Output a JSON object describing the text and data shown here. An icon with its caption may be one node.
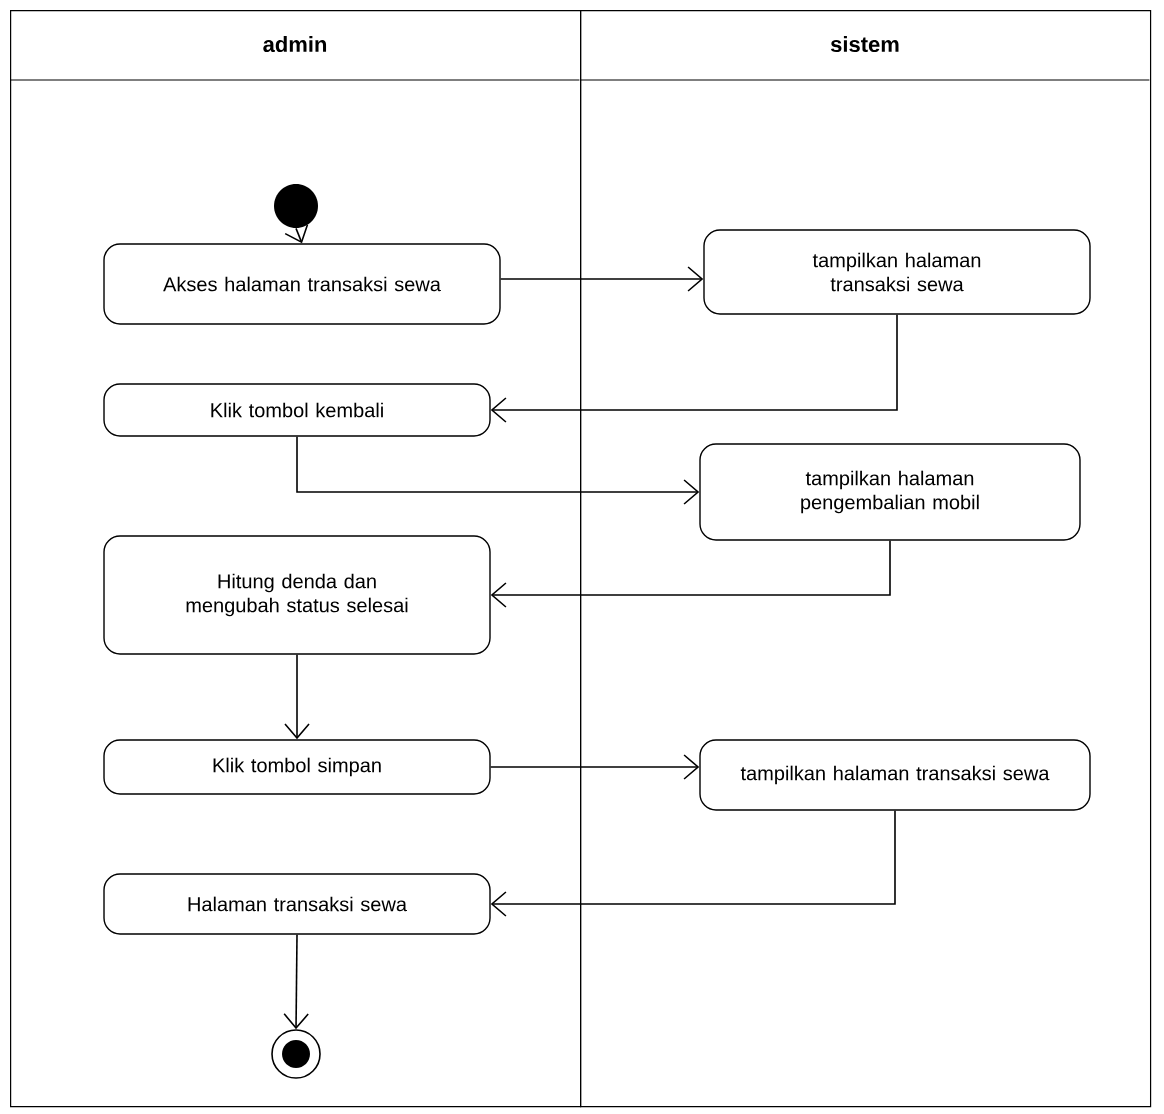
{
  "diagram": {
    "nodes": [
      {
        "text": [
          "admin"
        ]
      },
      {
        "text": [
          "sistem"
        ]
      },
      {
        "text": [],
        "shape": "circle",
        "in": 0
      },
      {
        "text": [
          "Akses halaman transaksi sewa"
        ],
        "in": 0
      },
      {
        "text": [
          "tampilkan halaman transaksi sewa"
        ],
        "in": 1
      },
      {
        "text": [
          "Klik tombol kembali"
        ],
        "in": 0
      },
      {
        "text": [
          "tampilkan halaman pengembalian mobil"
        ],
        "in": 1
      },
      {
        "text": [
          "Hitung denda dan mengubah status selesai"
        ],
        "in": 0
      },
      {
        "text": [
          "Klik tombol simpan"
        ],
        "in": 0
      },
      {
        "text": [
          "tampilkan halaman transaksi sewa"
        ],
        "in": 1
      },
      {
        "text": [
          "Halaman transaksi sewa"
        ],
        "in": 0
      },
      {
        "text": [],
        "shape": "circle",
        "in": 0
      }
    ],
    "edges": [
      {
        "from": 2,
        "to": 3,
        "arrow": "to"
      },
      {
        "from": 3,
        "to": 4,
        "arrow": "to"
      },
      {
        "from": 4,
        "to": 5,
        "arrow": "to"
      },
      {
        "from": 5,
        "to": 6,
        "arrow": "to"
      },
      {
        "from": 6,
        "to": 7,
        "arrow": "to"
      },
      {
        "from": 7,
        "to": 8,
        "arrow": "to"
      },
      {
        "from": 8,
        "to": 9,
        "arrow": "to"
      },
      {
        "from": 9,
        "to": 10,
        "arrow": "to"
      },
      {
        "from": 10,
        "to": 11,
        "arrow": "to"
      }
    ]
  }
}
